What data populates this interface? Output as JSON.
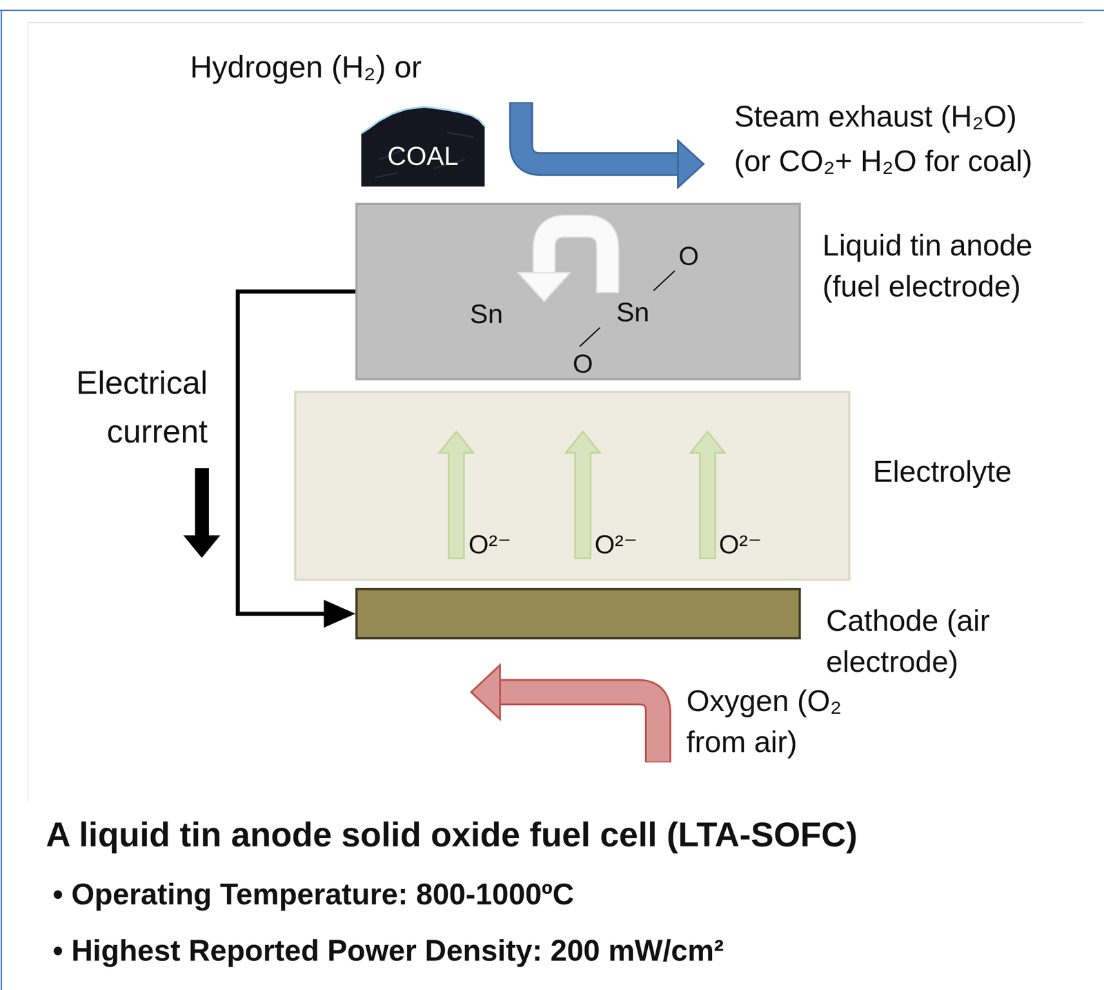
{
  "diagram": {
    "caption": "A liquid tin anode solid oxide fuel cell (LTA-SOFC)",
    "nodes": [
      {
        "text": [
          "COAL"
        ]
      },
      {
        "text": [
          "Liquid tin anode (fuel electrode)",
          "Sn",
          "Sn",
          "O",
          "O"
        ]
      },
      {
        "text": [
          "Electrolyte",
          "O²⁻",
          "O²⁻",
          "O²⁻"
        ]
      },
      {
        "text": [
          "Cathode (air electrode)"
        ]
      }
    ],
    "edges": [
      {
        "from": 1,
        "to": 3,
        "arrow": "to"
      }
    ],
    "labels": [
      "Hydrogen (H₂) or",
      "Steam exhaust (H₂O) (or CO₂+ H₂O for coal)",
      "Electrical current",
      "Oxygen (O₂ from air)",
      "• Operating Temperature: 800-1000ºC",
      "• Highest Reported Power Density: 200 mW/cm²"
    ]
  }
}
